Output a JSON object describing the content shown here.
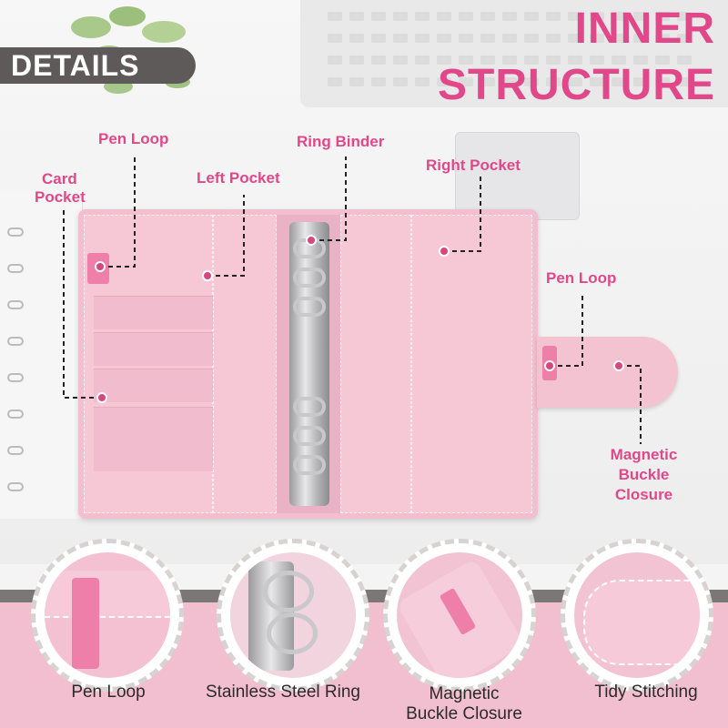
{
  "badge": "DETAILS",
  "title": {
    "line1": "INNER",
    "line2": "STRUCTURE"
  },
  "callouts": {
    "pen_loop_left": "Pen Loop",
    "ring_binder": "Ring Binder",
    "card_pocket_1": "Card",
    "card_pocket_2": "Pocket",
    "left_pocket": "Left Pocket",
    "right_pocket": "Right Pocket",
    "pen_loop_right": "Pen Loop",
    "magnetic_1": "Magnetic",
    "magnetic_2": "Buckle",
    "magnetic_3": "Closure"
  },
  "features": [
    {
      "caption": "Pen Loop"
    },
    {
      "caption": "Stainless Steel Ring"
    },
    {
      "caption1": "Magnetic",
      "caption2": "Buckle Closure"
    },
    {
      "caption": "Tidy Stitching"
    }
  ],
  "colors": {
    "accent": "#e0488a",
    "binder": "#f3bfd0",
    "badge": "#5e5a5a"
  }
}
